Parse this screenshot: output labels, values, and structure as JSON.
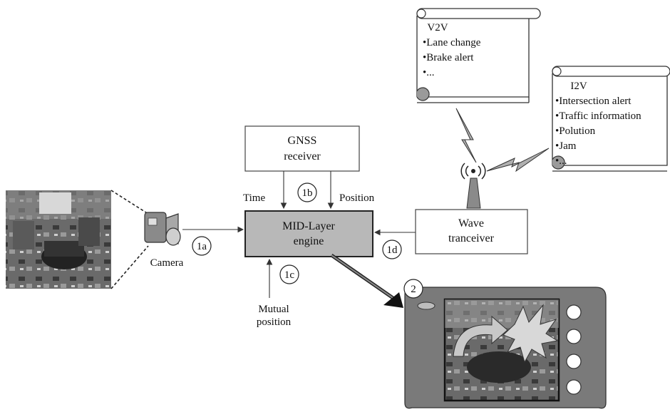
{
  "gnss": {
    "line1": "GNSS",
    "line2": "receiver"
  },
  "engine": {
    "line1": "MID-Layer",
    "line2": "engine"
  },
  "wave": {
    "line1": "Wave",
    "line2": "tranceiver"
  },
  "labels": {
    "time": "Time",
    "position": "Position",
    "camera": "Camera",
    "mutual_line1": "Mutual",
    "mutual_line2": "position"
  },
  "markers": {
    "m1a": "1a",
    "m1b": "1b",
    "m1c": "1c",
    "m1d": "1d",
    "m2": "2"
  },
  "v2v": {
    "title": "V2V",
    "items": [
      "•Lane change",
      "•Brake alert",
      "•..."
    ]
  },
  "i2v": {
    "title": "I2V",
    "items": [
      "•Intersection alert",
      "•Traffic information",
      "•Polution",
      "•Jam",
      "•..."
    ]
  },
  "colors": {
    "engine_fill": "#b8b8b8",
    "device_fill": "#7a7a7a",
    "scroll_shadow": "#9a9a9a"
  }
}
